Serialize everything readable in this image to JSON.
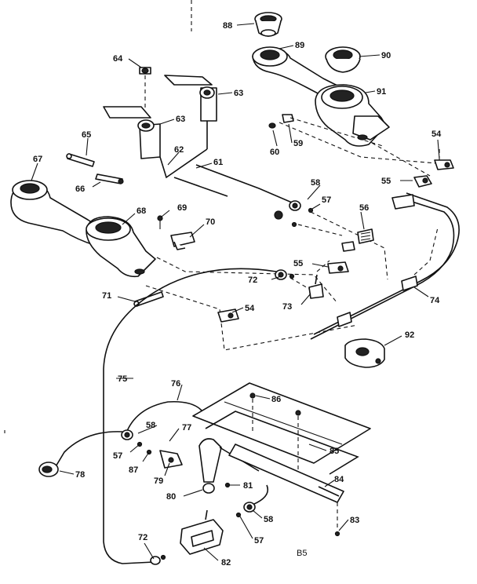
{
  "diagram": {
    "page_code": "B5",
    "callouts": [
      {
        "id": "c88",
        "text": "88"
      },
      {
        "id": "c89",
        "text": "89"
      },
      {
        "id": "c90",
        "text": "90"
      },
      {
        "id": "c91",
        "text": "91"
      },
      {
        "id": "c64",
        "text": "64"
      },
      {
        "id": "c63a",
        "text": "63"
      },
      {
        "id": "c63b",
        "text": "63"
      },
      {
        "id": "c60",
        "text": "60"
      },
      {
        "id": "c59",
        "text": "59"
      },
      {
        "id": "c54a",
        "text": "54"
      },
      {
        "id": "c65",
        "text": "65"
      },
      {
        "id": "c62",
        "text": "62"
      },
      {
        "id": "c61",
        "text": "61"
      },
      {
        "id": "c67",
        "text": "67"
      },
      {
        "id": "c66",
        "text": "66"
      },
      {
        "id": "c55a",
        "text": "55"
      },
      {
        "id": "c58a",
        "text": "58"
      },
      {
        "id": "c57a",
        "text": "57"
      },
      {
        "id": "c68",
        "text": "68"
      },
      {
        "id": "c69",
        "text": "69"
      },
      {
        "id": "c70",
        "text": "70"
      },
      {
        "id": "c56",
        "text": "56"
      },
      {
        "id": "c55b",
        "text": "55"
      },
      {
        "id": "c72a",
        "text": "72"
      },
      {
        "id": "c71",
        "text": "71"
      },
      {
        "id": "c73",
        "text": "73"
      },
      {
        "id": "c74",
        "text": "74"
      },
      {
        "id": "c54b",
        "text": "54"
      },
      {
        "id": "c92",
        "text": "92"
      },
      {
        "id": "c75",
        "text": "75"
      },
      {
        "id": "c76",
        "text": "76"
      },
      {
        "id": "c86",
        "text": "86"
      },
      {
        "id": "c58b",
        "text": "58"
      },
      {
        "id": "c77",
        "text": "77"
      },
      {
        "id": "c57b",
        "text": "57"
      },
      {
        "id": "c87",
        "text": "87"
      },
      {
        "id": "c85",
        "text": "85"
      },
      {
        "id": "c78",
        "text": "78"
      },
      {
        "id": "c79",
        "text": "79"
      },
      {
        "id": "c81",
        "text": "81"
      },
      {
        "id": "c80",
        "text": "80"
      },
      {
        "id": "c84",
        "text": "84"
      },
      {
        "id": "c58c",
        "text": "58"
      },
      {
        "id": "c83",
        "text": "83"
      },
      {
        "id": "c57c",
        "text": "57"
      },
      {
        "id": "c72b",
        "text": "72"
      },
      {
        "id": "c82",
        "text": "82"
      }
    ]
  }
}
